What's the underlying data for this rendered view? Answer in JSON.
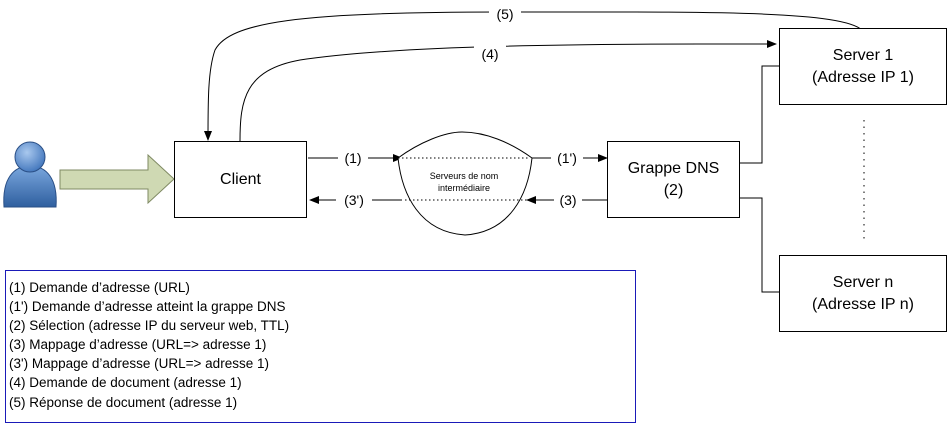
{
  "nodes": {
    "client": "Client",
    "dns_line1": "Grappe DNS",
    "dns_line2": "(2)",
    "server1_line1": "Server 1",
    "server1_line2": "(Adresse IP 1)",
    "servern_line1": "Server n",
    "servern_line2": "(Adresse IP n)",
    "intermediate_line1": "Serveurs de nom",
    "intermediate_line2": "intermédiaire"
  },
  "arrows": {
    "a1": "(1)",
    "a1p": "(1')",
    "a3": "(3)",
    "a3p": "(3')",
    "a4": "(4)",
    "a5": "(5)"
  },
  "legend": [
    "(1) Demande d’adresse (URL)",
    "(1') Demande d’adresse atteint la grappe DNS",
    "(2) Sélection (adresse IP du serveur web, TTL)",
    "(3) Mappage d’adresse (URL=> adresse 1)",
    "(3') Mappage d’adresse (URL=> adresse 1)",
    "(4) Demande de document (adresse 1)",
    "(5) Réponse de document (adresse 1)"
  ],
  "colors": {
    "user_icon": "#4a7fc4",
    "big_arrow_fill": "#cfd9b3",
    "legend_border": "#1a1ab8"
  },
  "icons": [
    "user-icon",
    "large-arrow-icon"
  ]
}
